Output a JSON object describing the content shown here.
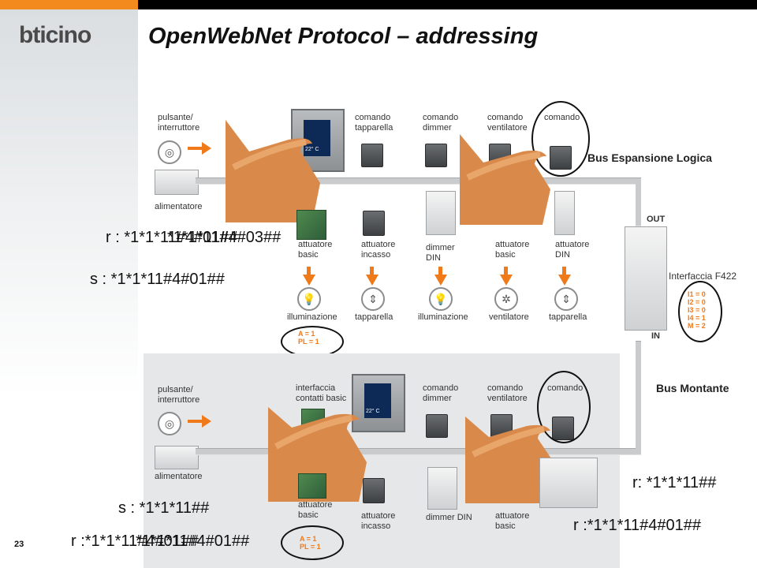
{
  "brand": {
    "logo_text": "bticino"
  },
  "slide": {
    "title": "OpenWebNet Protocol – addressing",
    "page_number": "23"
  },
  "top_section": {
    "bus_label": "Bus Espansione Logica",
    "labels": {
      "pulsante": "pulsante/\ninterruttore",
      "alimentatore": "alimentatore",
      "comando_tapparella": "comando\ntapparella",
      "comando_dimmer": "comando\ndimmer",
      "comando_ventilatore": "comando\nventilatore",
      "comando": "comando",
      "attuatore_basic": "attuatore\nbasic",
      "attuatore_incasso": "attuatore\nincasso",
      "dimmer_din": "dimmer\nDIN",
      "attuatore_basic_2": "attuatore\nbasic",
      "attuatore_din": "attuatore\nDIN",
      "illuminazione": "illuminazione",
      "tapparella": "tapparella",
      "illuminazione_2": "illuminazione",
      "ventilatore": "ventilatore",
      "tapparella_2": "tapparella",
      "address_tag": "A = 1\nPL = 1",
      "touch_temp": "22° C"
    },
    "codes": {
      "r_overlap_a": "r : *1*1*11#4#01##",
      "r_overlap_b": "*1*1*11#4#03##",
      "s_code": "s : *1*1*11#4#01##"
    }
  },
  "interface": {
    "out_label": "OUT",
    "in_label": "IN",
    "name": "Interfaccia F422",
    "settings": "I1 = 0\nI2 = 0\nI3 = 0\nI4 = 1\nM = 2"
  },
  "bottom_section": {
    "bus_label": "Bus Montante",
    "labels": {
      "pulsante": "pulsante/\ninterruttore",
      "alimentatore": "alimentatore",
      "interfaccia": "interfaccia\ncontatti basic",
      "comando_dimmer": "comando\ndimmer",
      "comando_ventilatore": "comando\nventilatore",
      "comando": "comando",
      "attuatore_basic": "attuatore\nbasic",
      "attuatore_incasso": "attuatore\nincasso",
      "dimmer_din": "dimmer DIN",
      "attuatore_basic_2": "attuatore\nbasic",
      "address_tag": "A = 1\nPL = 1",
      "touch_temp": "22° C"
    },
    "codes": {
      "s_code": "s : *1*1*11##",
      "r_overlap_a": "r :*1*1*11#4#01##",
      "r_overlap_b": "*1*1*11#4#01##",
      "r_right": "r: *1*1*11##",
      "r_right_2": "r :*1*1*11#4#01##"
    }
  },
  "colors": {
    "accent": "#f28a1e",
    "arrow": "#f07a1a",
    "wire": "#c9cbcd"
  }
}
